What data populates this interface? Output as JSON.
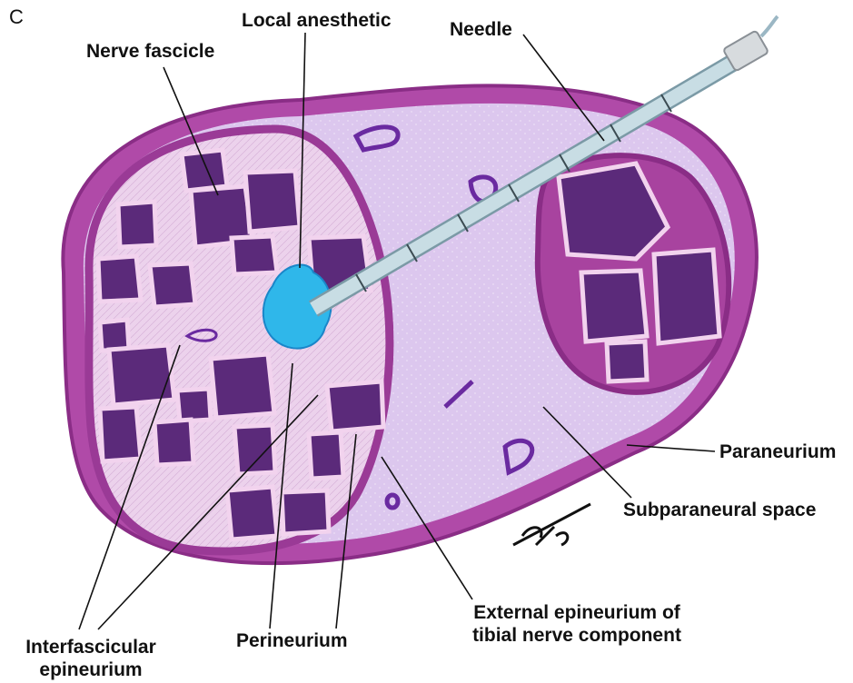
{
  "panel_letter": "C",
  "labels": {
    "local_anesthetic": "Local anesthetic",
    "needle": "Needle",
    "nerve_fascicle": "Nerve fascicle",
    "paraneurium": "Paraneurium",
    "subparaneural_space": "Subparaneural space",
    "external_epineurium_line1": "External epineurium of",
    "external_epineurium_line2": "tibial nerve component",
    "perineurium": "Perineurium",
    "interfascicular_line1": "Interfascicular",
    "interfascicular_line2": "epineurium"
  },
  "colors": {
    "outer_sheath": "#b04aa8",
    "sheath_dark": "#8a2d86",
    "subparaneural_fill": "#d9c4ec",
    "connective_tissue": "#e8cfe8",
    "fascicle": "#5b2a7a",
    "fascicle_rim": "#f2d3ee",
    "anesthetic": "#2fb7ea",
    "needle": "#b9d3dc",
    "vessel": "#6a2aa0"
  }
}
